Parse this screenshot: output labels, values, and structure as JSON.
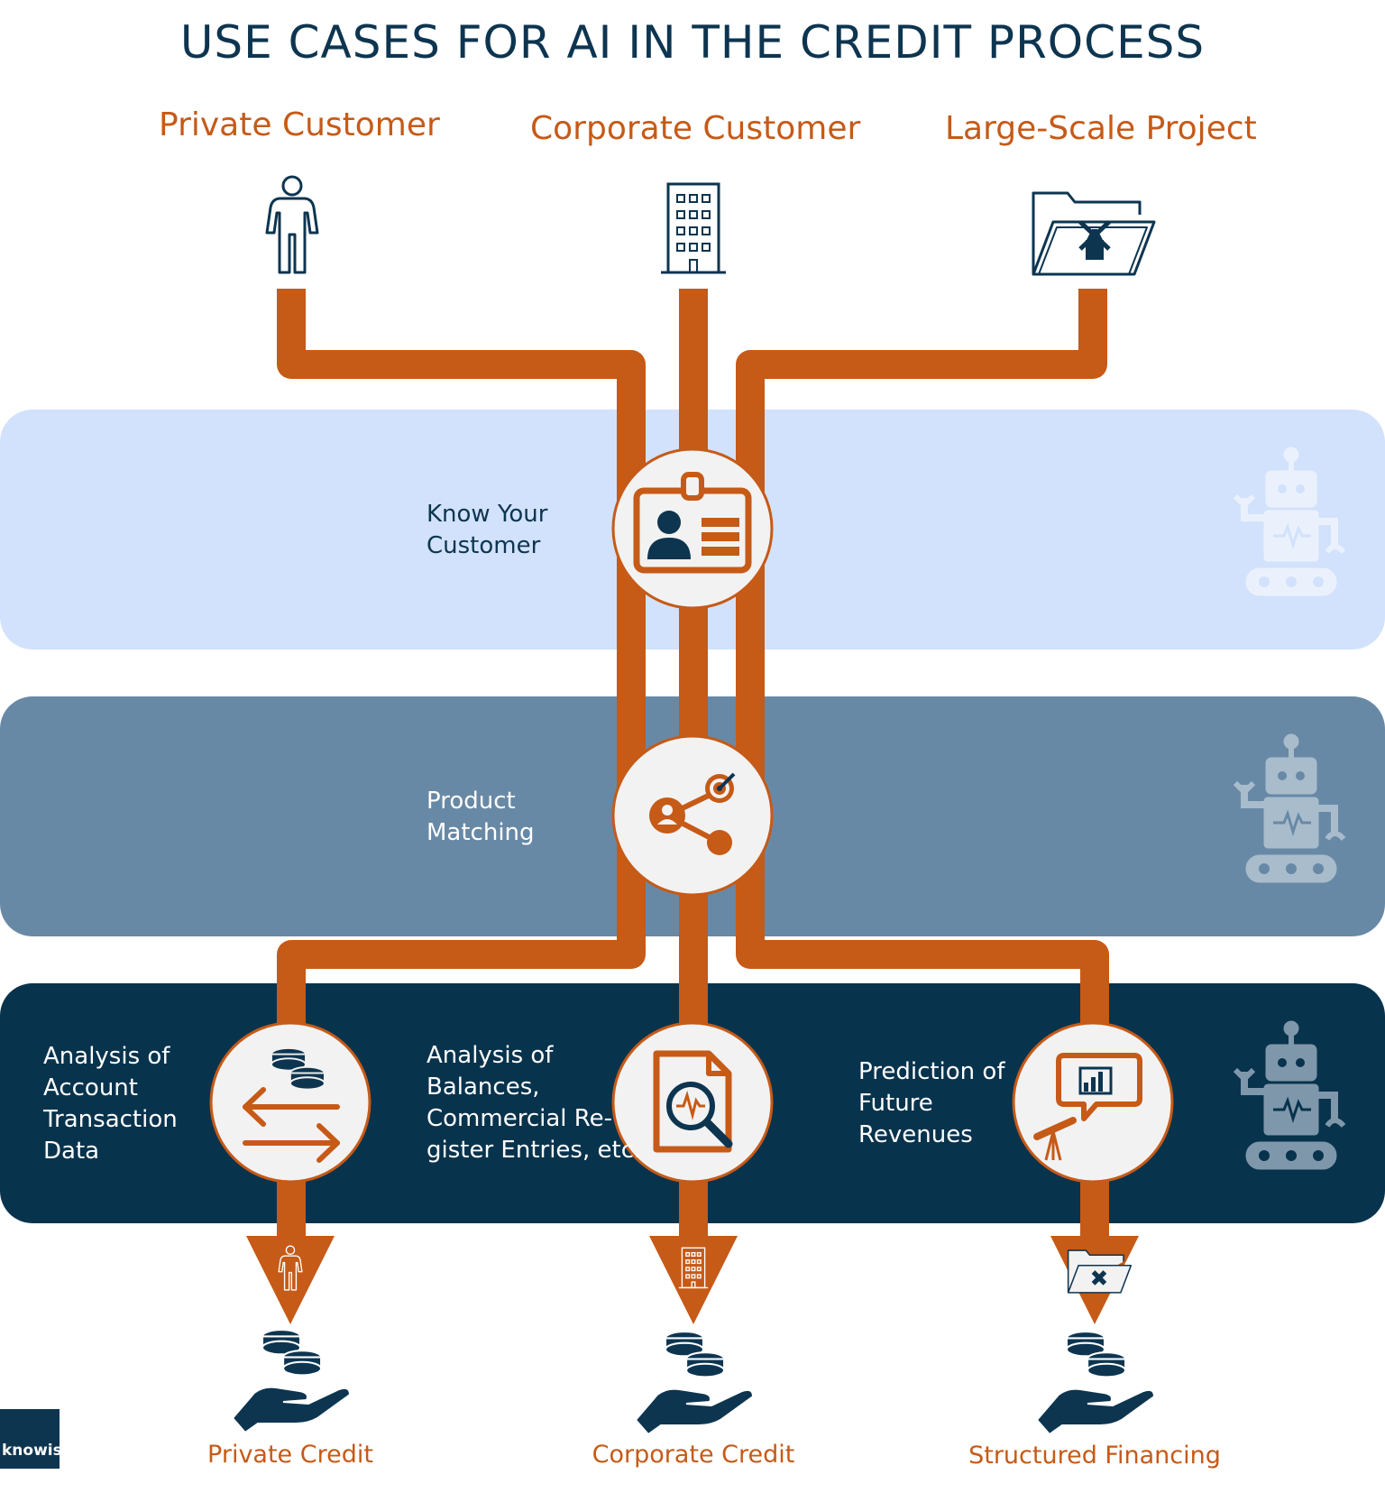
{
  "title": "USE CASES FOR AI IN THE CREDIT PROCESS",
  "sources": [
    {
      "label": "Private Customer",
      "icon": "person-icon"
    },
    {
      "label": "Corporate Customer",
      "icon": "building-icon"
    },
    {
      "label": "Large-Scale Project",
      "icon": "project-folder-icon"
    }
  ],
  "stages": [
    {
      "label_lines": [
        "Know Your",
        "Customer"
      ],
      "icon": "id-card-icon"
    },
    {
      "label_lines": [
        "Product",
        "Matching"
      ],
      "icon": "target-match-icon"
    }
  ],
  "analysis": [
    {
      "label_lines": [
        "Analysis of",
        "Account",
        "Transaction",
        "Data"
      ],
      "icon": "coin-exchange-icon"
    },
    {
      "label_lines": [
        "Analysis of",
        "Balances,",
        "Commercial Re-",
        "gister Entries, etc."
      ],
      "icon": "document-search-icon"
    },
    {
      "label_lines": [
        "Prediction of",
        "Future",
        "Revenues"
      ],
      "icon": "chart-telescope-icon"
    }
  ],
  "destinations": [
    {
      "label": "Private Credit",
      "icon": "hand-coins-icon"
    },
    {
      "label": "Corporate Credit",
      "icon": "hand-coins-icon"
    },
    {
      "label": "Structured Financing",
      "icon": "hand-coins-icon"
    }
  ],
  "logo": "knowis",
  "colors": {
    "orange": "#c65a17",
    "navy": "#0d3550",
    "band_light": "#d2e2fc",
    "band_mid": "#6889a6",
    "band_dark": "#08334d",
    "circle_fill": "#f2f2f2",
    "robot_light": "#eaf1fd",
    "robot_mid": "#a9bccc",
    "robot_dark": "#7f97ab"
  }
}
